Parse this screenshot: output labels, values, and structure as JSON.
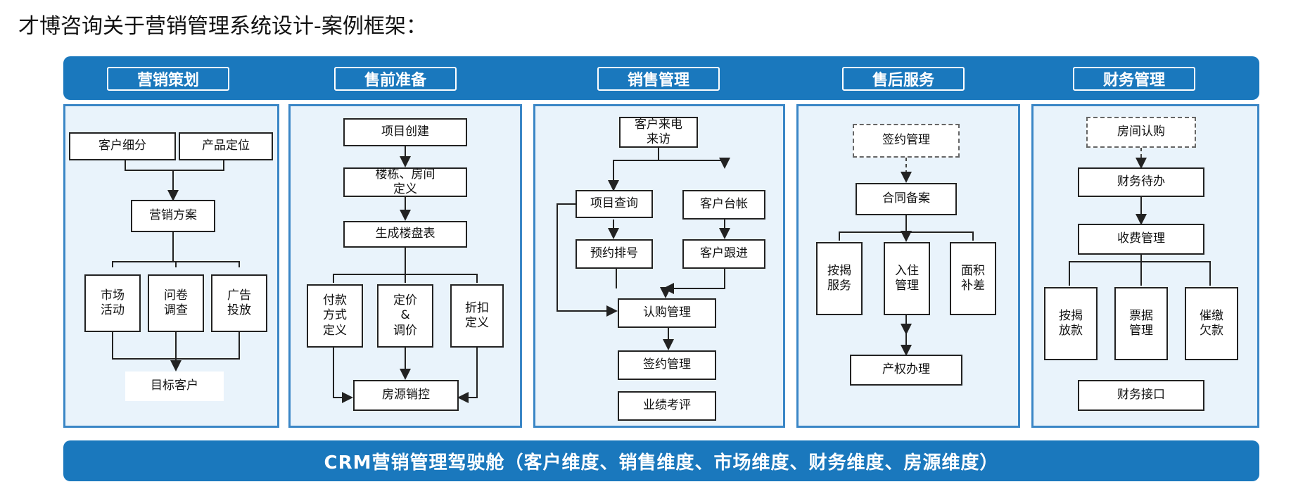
{
  "page_title": "才博咨询关于营销管理系统设计-案例框架：",
  "header": {
    "sections": [
      "营销策划",
      "售前准备",
      "销售管理",
      "售后服务",
      "财务管理"
    ]
  },
  "columns": {
    "planning": {
      "customer_segmentation": "客户细分",
      "product_positioning": "产品定位",
      "marketing_plan": "营销方案",
      "market_activity": "市场\n活动",
      "questionnaire": "问卷\n调查",
      "advertising": "广告\n投放",
      "target_customer": "目标客户"
    },
    "presale": {
      "project_creation": "项目创建",
      "building_room_definition": "楼栋、房间\n定义",
      "generate_sales_table": "生成楼盘表",
      "payment_method_definition": "付款\n方式\n定义",
      "pricing_adjustment": "定价\n&\n调价",
      "discount_definition": "折扣\n定义",
      "housing_control": "房源销控"
    },
    "sales": {
      "customer_visit": "客户来电\n来访",
      "project_query": "项目查询",
      "customer_ledger": "客户台帐",
      "reservation_number": "预约排号",
      "customer_followup": "客户跟进",
      "subscription_management": "认购管理",
      "signing_management": "签约管理",
      "performance_evaluation": "业绩考评"
    },
    "aftersale": {
      "signing_management": "签约管理",
      "contract_filing": "合同备案",
      "mortgage_service": "按揭\n服务",
      "move_in_management": "入住\n管理",
      "area_compensation": "面积\n补差",
      "property_rights": "产权办理"
    },
    "finance": {
      "room_subscription": "房间认购",
      "finance_todo": "财务待办",
      "fee_management": "收费管理",
      "mortgage_loan": "按揭\n放款",
      "invoice_management": "票据\n管理",
      "arrears_collection": "催缴\n欠款",
      "finance_interface": "财务接口"
    }
  },
  "footer": {
    "text": "CRM营销管理驾驶舱（客户维度、销售维度、市场维度、财务维度、房源维度）"
  }
}
